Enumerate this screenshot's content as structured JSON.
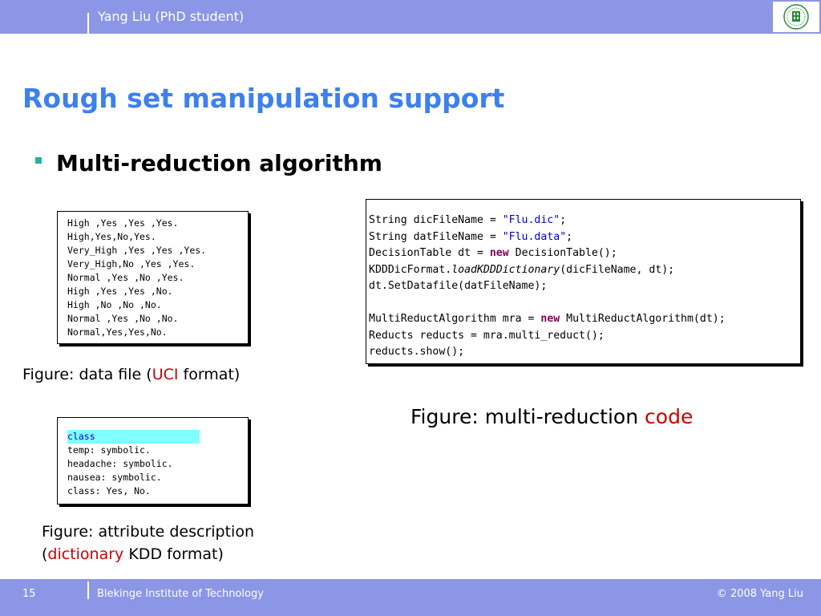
{
  "header": {
    "author": "Yang Liu (PhD student)",
    "logo_icon": "university-seal-icon"
  },
  "slide": {
    "title": "Rough set manipulation support",
    "bullet": "Multi-reduction algorithm"
  },
  "data_file": {
    "lines": [
      "High ,Yes ,Yes ,Yes.",
      "High,Yes,No,Yes.",
      "Very_High ,Yes ,Yes ,Yes.",
      "Very_High,No ,Yes ,Yes.",
      "Normal ,Yes ,No ,Yes.",
      "High ,Yes ,Yes ,No.",
      "High ,No ,No ,No.",
      "Normal ,Yes ,No ,No.",
      "Normal,Yes,Yes,No."
    ]
  },
  "caption_data": {
    "prefix": "Figure: data file (",
    "highlight": "UCI",
    "suffix": " format)"
  },
  "dictionary": {
    "header": "class",
    "lines": [
      "temp: symbolic.",
      "headache: symbolic.",
      "nausea: symbolic.",
      "class: Yes, No."
    ]
  },
  "caption_dict": {
    "line1": "Figure: attribute description",
    "prefix": "(",
    "highlight": "dictionary",
    "suffix": " KDD format)"
  },
  "code": {
    "l1a": "String dicFileName = ",
    "l1s": "\"Flu.dic\"",
    "l1b": ";",
    "l2a": "String datFileName = ",
    "l2s": "\"Flu.data\"",
    "l2b": ";",
    "l3a": "DecisionTable dt = ",
    "l3k": "new",
    "l3b": " DecisionTable();",
    "l4a": "KDDDicFormat.",
    "l4i": "loadKDDDictionary",
    "l4b": "(dicFileName, dt);",
    "l5": "dt.SetDatafile(datFileName);",
    "l6a": "MultiReductAlgorithm mra = ",
    "l6k": "new",
    "l6b": " MultiReductAlgorithm(dt);",
    "l7": "Reducts reducts = mra.multi_reduct();",
    "l8": "reducts.show();"
  },
  "caption_code": {
    "prefix": "Figure: multi-reduction ",
    "highlight": "code"
  },
  "footer": {
    "page_number": "15",
    "institution": "Blekinge Institute of Technology",
    "copyright": "© 2008 Yang Liu"
  },
  "colors": {
    "bar": "#8c96e6",
    "title": "#3d80ee",
    "bullet": "#21b2a3",
    "highlight_red": "#cc0000",
    "keyword": "#7f0055",
    "string": "#0000cc",
    "dictionary_highlight": "#80ffff"
  }
}
